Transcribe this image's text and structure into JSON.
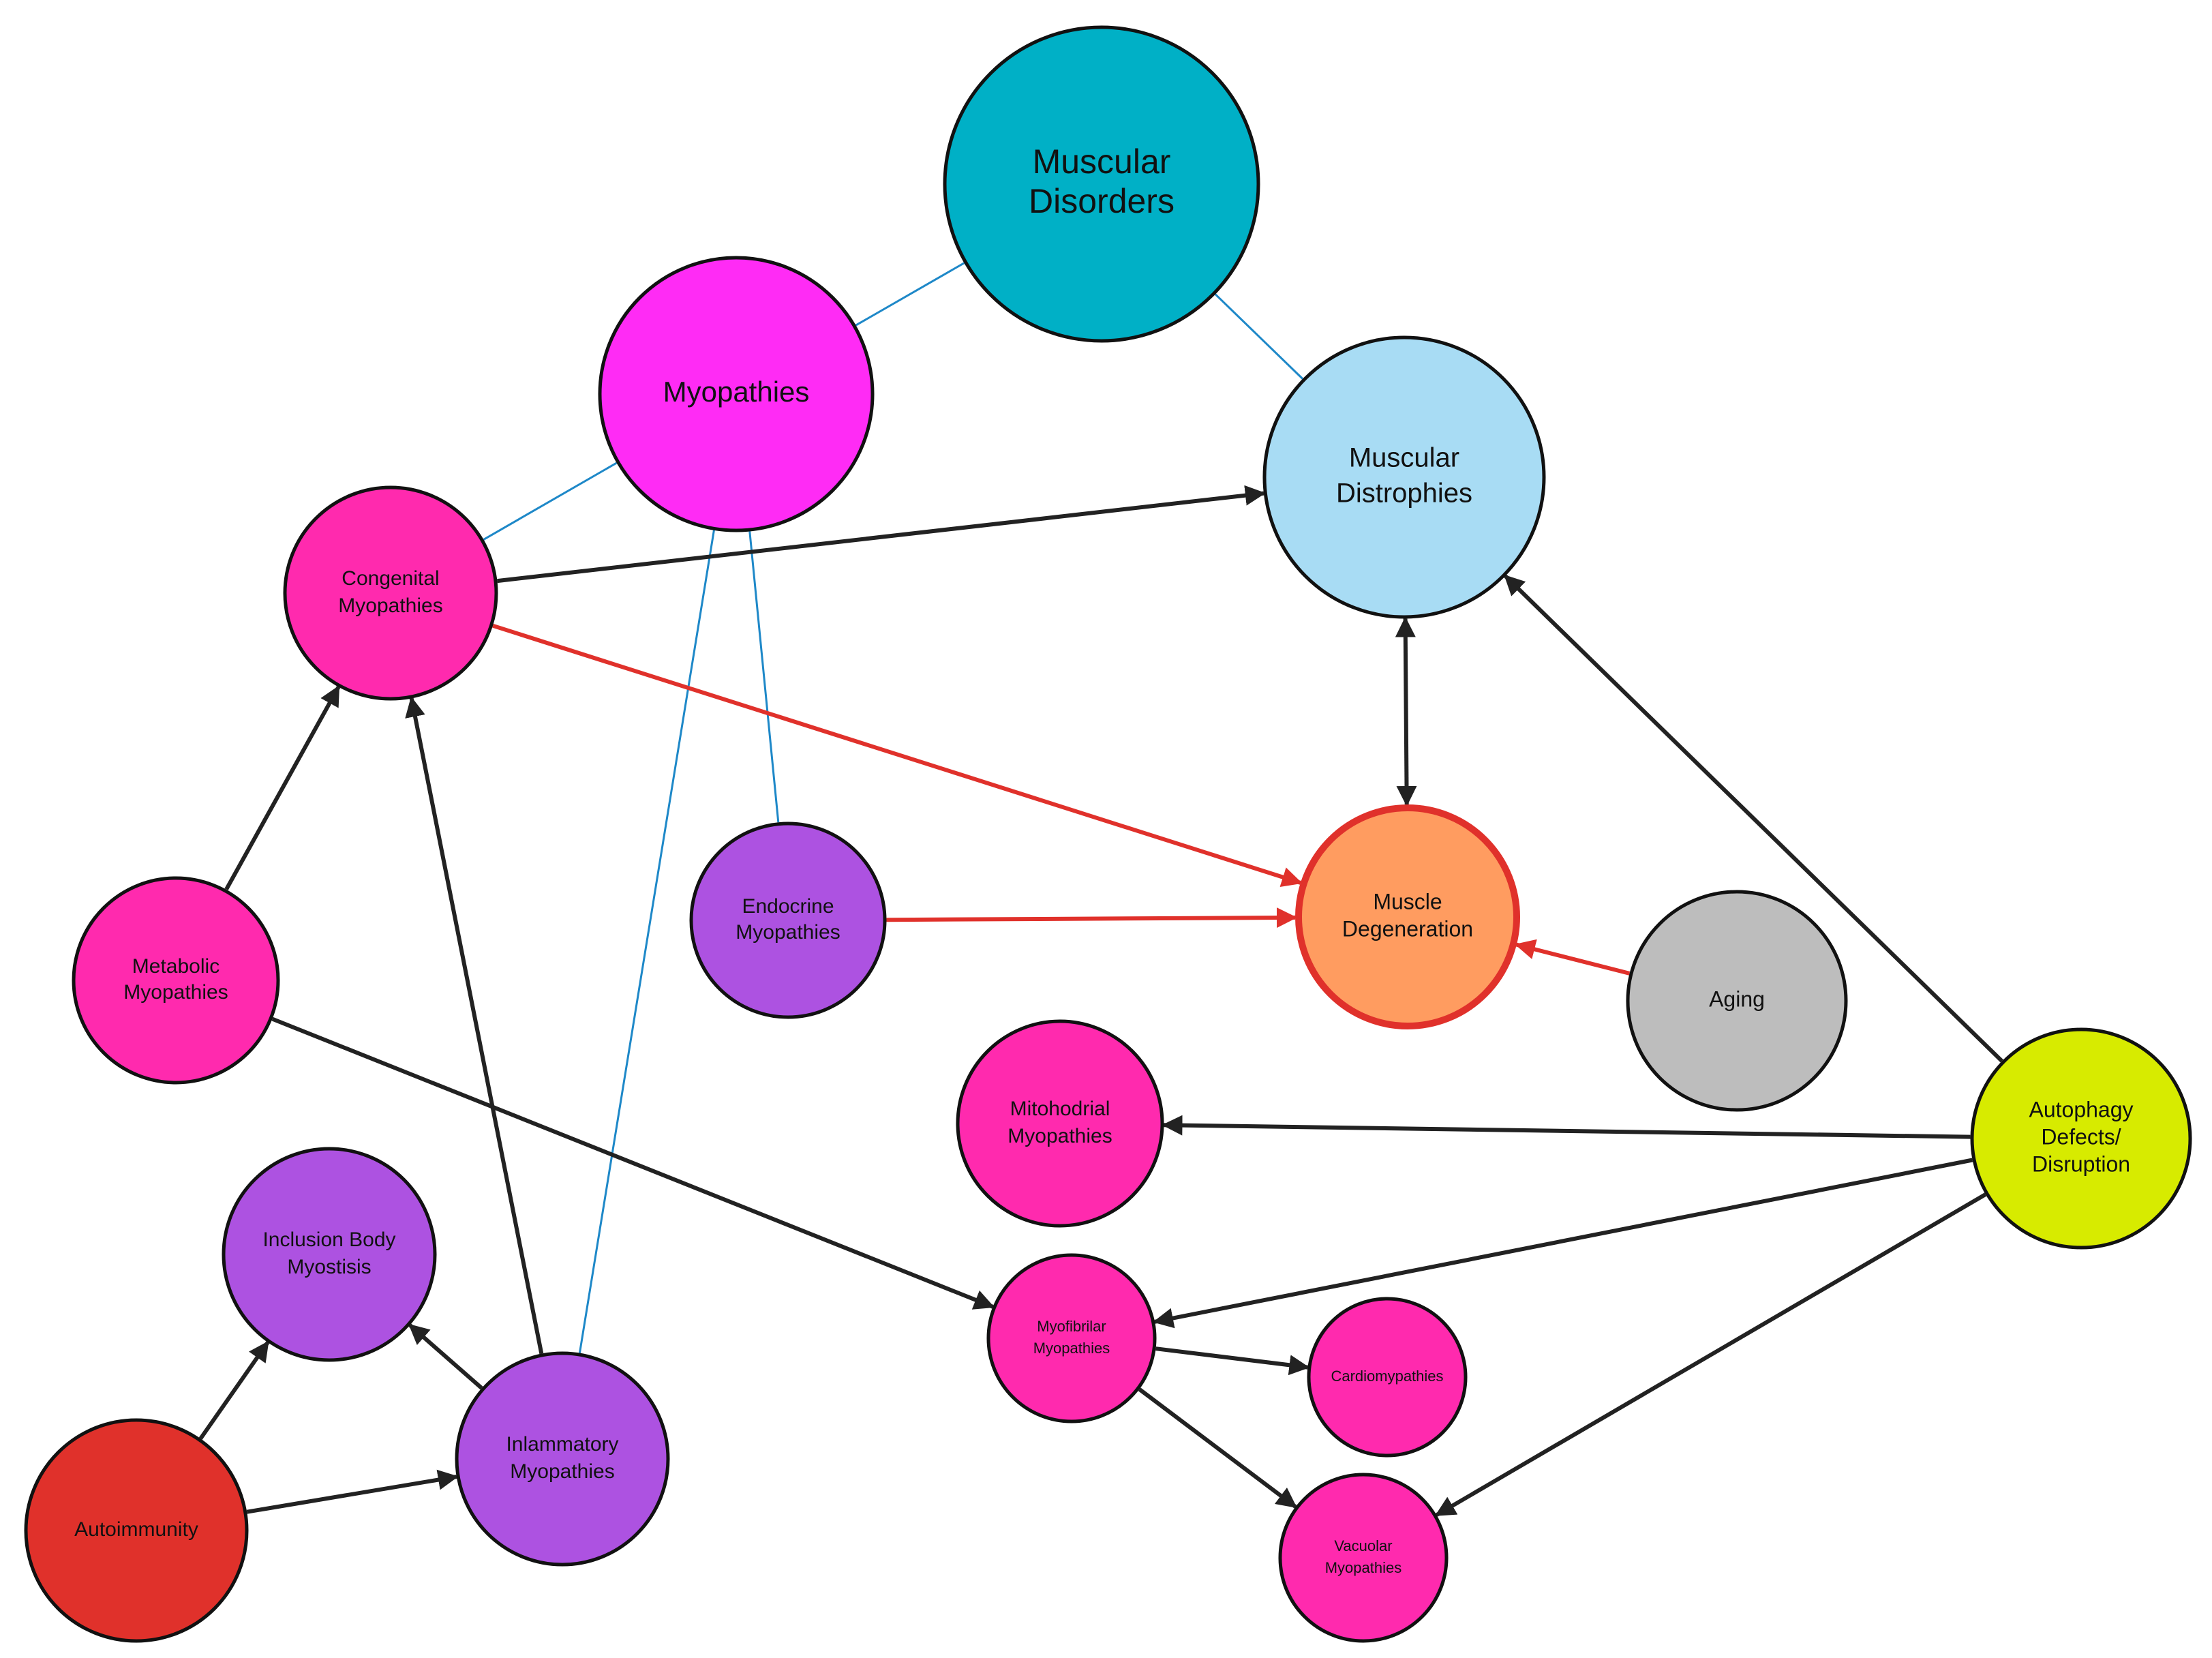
{
  "colors": {
    "teal": "#00B0C6",
    "magenta": "#FF2BF5",
    "light_blue": "#A8DCF4",
    "hot_pink": "#FF2AAE",
    "purple": "#AD52E1",
    "orange": "#FF9C60",
    "gray": "#BDBDBD",
    "yellow_green": "#D7EB00",
    "red": "#E0312B",
    "hierarchy_line": "#1E88C8",
    "black_arrow": "#222222",
    "red_arrow": "#E0312B"
  },
  "nodes": [
    {
      "id": "muscular-disorders",
      "lines": [
        "Muscular",
        "Disorders"
      ],
      "color_key": "teal"
    },
    {
      "id": "myopathies",
      "lines": [
        "Myopathies"
      ],
      "color_key": "magenta"
    },
    {
      "id": "muscular-distrophies",
      "lines": [
        "Muscular",
        "Distrophies"
      ],
      "color_key": "light_blue"
    },
    {
      "id": "congenital-myopathies",
      "lines": [
        "Congenital",
        "Myopathies"
      ],
      "color_key": "hot_pink"
    },
    {
      "id": "endocrine-myopathies",
      "lines": [
        "Endocrine",
        "Myopathies"
      ],
      "color_key": "purple"
    },
    {
      "id": "muscle-degeneration",
      "lines": [
        "Muscle",
        "Degeneration"
      ],
      "color_key": "orange"
    },
    {
      "id": "metabolic-myopathies",
      "lines": [
        "Metabolic",
        "Myopathies"
      ],
      "color_key": "hot_pink"
    },
    {
      "id": "aging",
      "lines": [
        "Aging"
      ],
      "color_key": "gray"
    },
    {
      "id": "mitohodrial-myopathies",
      "lines": [
        "Mitohodrial",
        "Myopathies"
      ],
      "color_key": "hot_pink"
    },
    {
      "id": "autophagy-defects",
      "lines": [
        "Autophagy",
        "Defects/",
        "Disruption"
      ],
      "color_key": "yellow_green"
    },
    {
      "id": "inclusion-body-myostisis",
      "lines": [
        "Inclusion Body",
        "Myostisis"
      ],
      "color_key": "purple"
    },
    {
      "id": "myofibrilar-myopathies",
      "lines": [
        "Myofibrilar",
        "Myopathies"
      ],
      "color_key": "hot_pink"
    },
    {
      "id": "cardiomypathies",
      "lines": [
        "Cardiomypathies"
      ],
      "color_key": "hot_pink"
    },
    {
      "id": "inlammatory-myopathies",
      "lines": [
        "Inlammatory",
        "Myopathies"
      ],
      "color_key": "purple"
    },
    {
      "id": "autoimmunity",
      "lines": [
        "Autoimmunity"
      ],
      "color_key": "red"
    },
    {
      "id": "vacuolar-myopathies",
      "lines": [
        "Vacuolar",
        "Myopathies"
      ],
      "color_key": "hot_pink"
    }
  ],
  "edges": [
    {
      "from": "muscular-disorders",
      "to": "myopathies",
      "kind": "hierarchy"
    },
    {
      "from": "muscular-disorders",
      "to": "muscular-distrophies",
      "kind": "hierarchy"
    },
    {
      "from": "myopathies",
      "to": "congenital-myopathies",
      "kind": "hierarchy"
    },
    {
      "from": "myopathies",
      "to": "endocrine-myopathies",
      "kind": "hierarchy"
    },
    {
      "from": "myopathies",
      "to": "inlammatory-myopathies",
      "kind": "hierarchy"
    },
    {
      "from": "congenital-myopathies",
      "to": "muscular-distrophies",
      "kind": "arrow"
    },
    {
      "from": "congenital-myopathies",
      "to": "muscle-degeneration",
      "kind": "red-arrow"
    },
    {
      "from": "endocrine-myopathies",
      "to": "muscle-degeneration",
      "kind": "red-arrow"
    },
    {
      "from": "aging",
      "to": "muscle-degeneration",
      "kind": "red-arrow"
    },
    {
      "from": "muscular-distrophies",
      "to": "muscle-degeneration",
      "kind": "double-arrow"
    },
    {
      "from": "autophagy-defects",
      "to": "muscular-distrophies",
      "kind": "arrow"
    },
    {
      "from": "autophagy-defects",
      "to": "mitohodrial-myopathies",
      "kind": "arrow"
    },
    {
      "from": "autophagy-defects",
      "to": "myofibrilar-myopathies",
      "kind": "arrow"
    },
    {
      "from": "autophagy-defects",
      "to": "vacuolar-myopathies",
      "kind": "arrow"
    },
    {
      "from": "metabolic-myopathies",
      "to": "congenital-myopathies",
      "kind": "arrow"
    },
    {
      "from": "metabolic-myopathies",
      "to": "myofibrilar-myopathies",
      "kind": "arrow"
    },
    {
      "from": "inlammatory-myopathies",
      "to": "congenital-myopathies",
      "kind": "arrow"
    },
    {
      "from": "inlammatory-myopathies",
      "to": "inclusion-body-myostisis",
      "kind": "arrow"
    },
    {
      "from": "autoimmunity",
      "to": "inclusion-body-myostisis",
      "kind": "arrow"
    },
    {
      "from": "autoimmunity",
      "to": "inlammatory-myopathies",
      "kind": "arrow"
    },
    {
      "from": "myofibrilar-myopathies",
      "to": "cardiomypathies",
      "kind": "arrow"
    },
    {
      "from": "myofibrilar-myopathies",
      "to": "vacuolar-myopathies",
      "kind": "arrow"
    }
  ]
}
